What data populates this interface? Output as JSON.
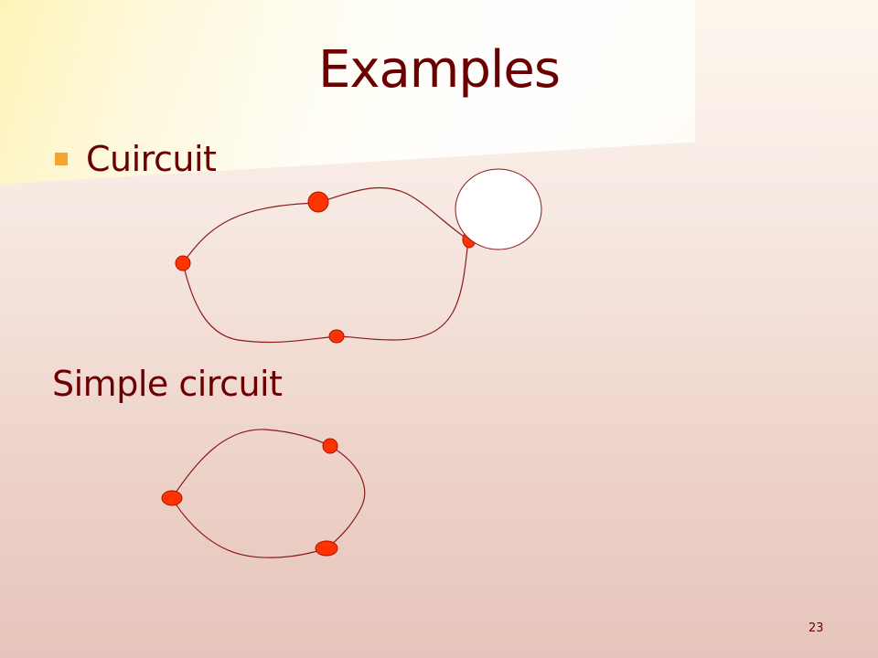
{
  "slide": {
    "title": "Examples",
    "bullet": "Cuircuit",
    "subheading": "Simple circuit",
    "page_number": "23"
  },
  "colors": {
    "text": "#6b0000",
    "bullet": "#f2a630",
    "edge": "#8b1a1a",
    "vertex_fill": "#ff3300",
    "vertex_stroke": "#b01000"
  }
}
